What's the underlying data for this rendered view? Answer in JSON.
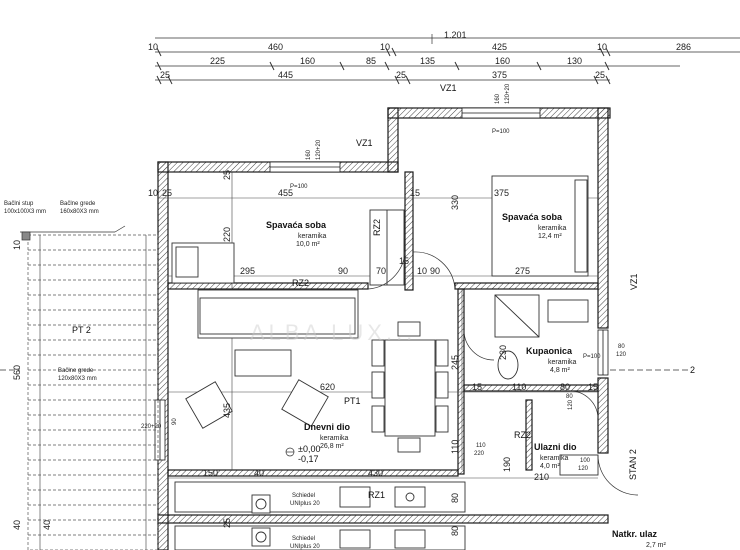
{
  "dims_top": {
    "total": "1.201",
    "row1": [
      "10",
      "460",
      "10",
      "425",
      "10",
      "286"
    ],
    "row2": [
      "225",
      "160",
      "85",
      "135",
      "160",
      "130"
    ],
    "row3": [
      "25",
      "445",
      "25",
      "375",
      "25"
    ]
  },
  "dims_internal": {
    "d455": "455",
    "d15a": "15",
    "d375": "375",
    "d10": "10",
    "d25a": "25",
    "d330": "330",
    "d220": "220",
    "d295": "295",
    "d90a": "90",
    "d70": "70",
    "d15b": "15",
    "d10b": "10",
    "d90b": "90",
    "d275": "275",
    "d620": "620",
    "d15c": "15",
    "d110a": "110",
    "d80a": "80",
    "d15d": "15",
    "d150": "150",
    "d40": "40",
    "d430": "430",
    "d210": "210",
    "d245": "245",
    "d230": "230",
    "d110b": "110",
    "d190": "190",
    "d435": "435",
    "d25b": "25",
    "d25c": "25",
    "d80b": "80",
    "d80c": "80",
    "d100": "100",
    "d120": "120",
    "d80e": "80",
    "d120b": "120",
    "d1120": "110",
    "d1220": "220",
    "d210b": "210"
  },
  "window_tags": {
    "w1": "160",
    "w1b": "120+20",
    "w1p": "P=100",
    "w2": "160",
    "w2b": "120+20",
    "w2p": "P=100",
    "w3": "P=100",
    "w4": "80",
    "w4b": "120",
    "w5": "80",
    "w5b": "120",
    "w6": "220+20",
    "w6b": "90",
    "w7": "110",
    "w7b": "220",
    "w8": "100",
    "w8b": "120"
  },
  "wall_tags": {
    "vz1a": "VZ1",
    "vz1b": "VZ1",
    "vz1c": "VZ1",
    "rz2a": "RZ2",
    "rz2b": "RZ2",
    "rz2c": "RZ2",
    "rz1": "RZ1",
    "pt1": "PT1",
    "pt2": "PT 2"
  },
  "rooms": [
    {
      "name": "Spavaća soba",
      "floor": "keramika",
      "area": "10,0 m²"
    },
    {
      "name": "Spavaća soba",
      "floor": "keramika",
      "area": "12,4 m²"
    },
    {
      "name": "Kupaonica",
      "floor": "keramika",
      "area": "4,8 m²"
    },
    {
      "name": "Dnevni dio",
      "floor": "keramika",
      "area": "26,8 m²"
    },
    {
      "name": "Ulazni dio",
      "floor": "keramika",
      "area": "4,0 m²"
    },
    {
      "name": "Natkr. ulaz",
      "floor": "",
      "area": "2,7 m²"
    }
  ],
  "annotations": {
    "steel_post_1": "Bačlni stup",
    "steel_post_2": "100x100X3 mm",
    "steel_beam_1": "Bačlne grede",
    "steel_beam_2": "160x80X3 mm",
    "steel_beam2_1": "Bačlne grede",
    "steel_beam2_2": "120x80X3 mm",
    "level_1": "±0,00",
    "level_2": "-0,17",
    "heater1_1": "Schiedel",
    "heater1_2": "UNIplus 20",
    "heater2_1": "Schiedel",
    "heater2_2": "UNIplus 20",
    "section_2": "2",
    "stan": "STAN 2",
    "watermark": "ALBA LUX..."
  },
  "left_dims": {
    "l10": "10",
    "l560": "560",
    "l40a": "40",
    "l40b": "40"
  },
  "colors": {
    "line": "#1a1a1a",
    "hatch": "#555555",
    "dim": "#333333"
  }
}
